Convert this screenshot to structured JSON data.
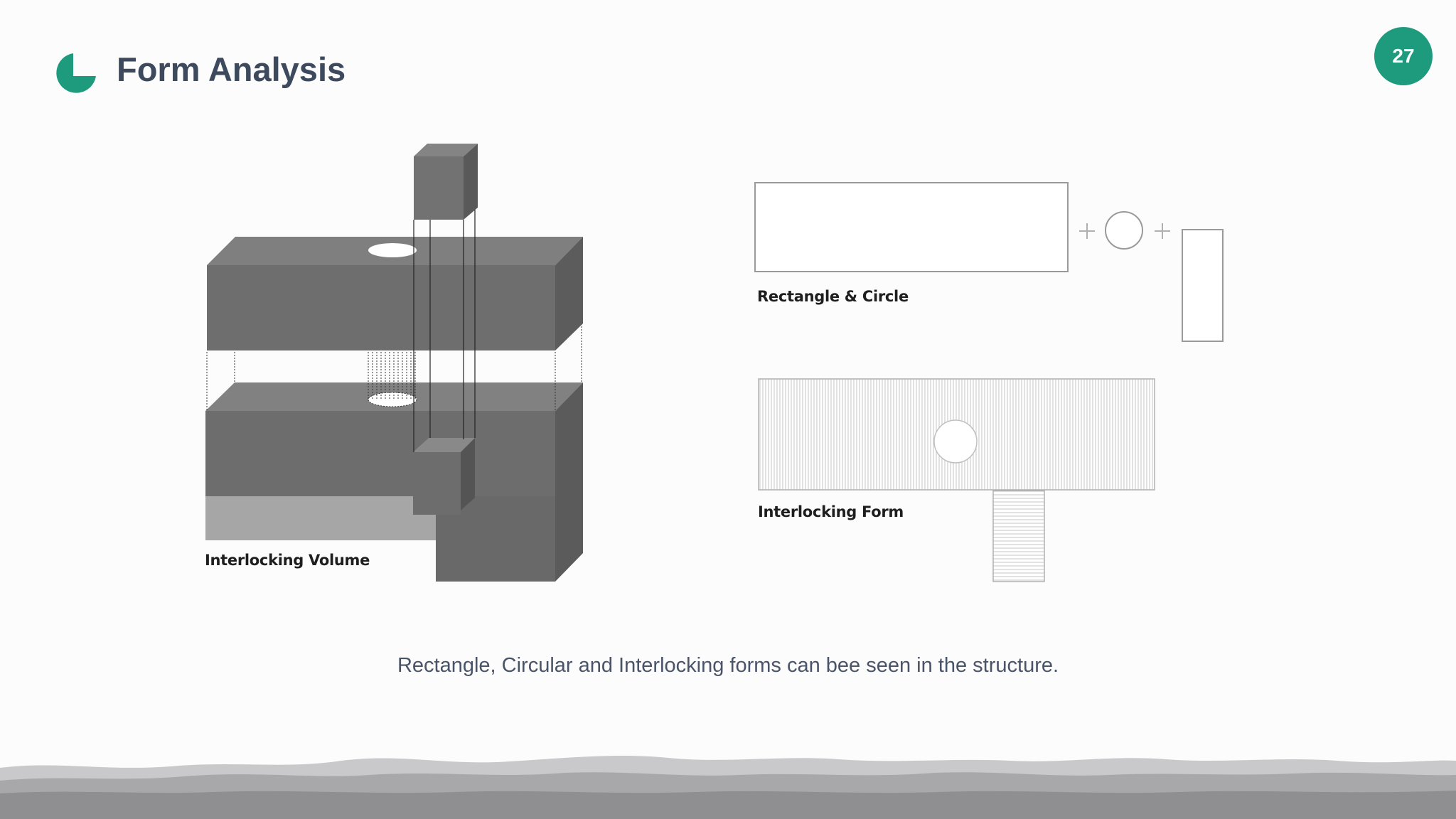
{
  "slide": {
    "title": "Form Analysis",
    "page_number": "27",
    "accent_color": "#1e9a7d",
    "title_icon": "pie-chart-icon"
  },
  "figures": {
    "interlocking_volume_label": "Interlocking Volume",
    "rectangle_circle_label": "Rectangle & Circle",
    "interlocking_form_label": "Interlocking Form"
  },
  "caption": "Rectangle, Circular and Interlocking forms can bee seen in the structure."
}
